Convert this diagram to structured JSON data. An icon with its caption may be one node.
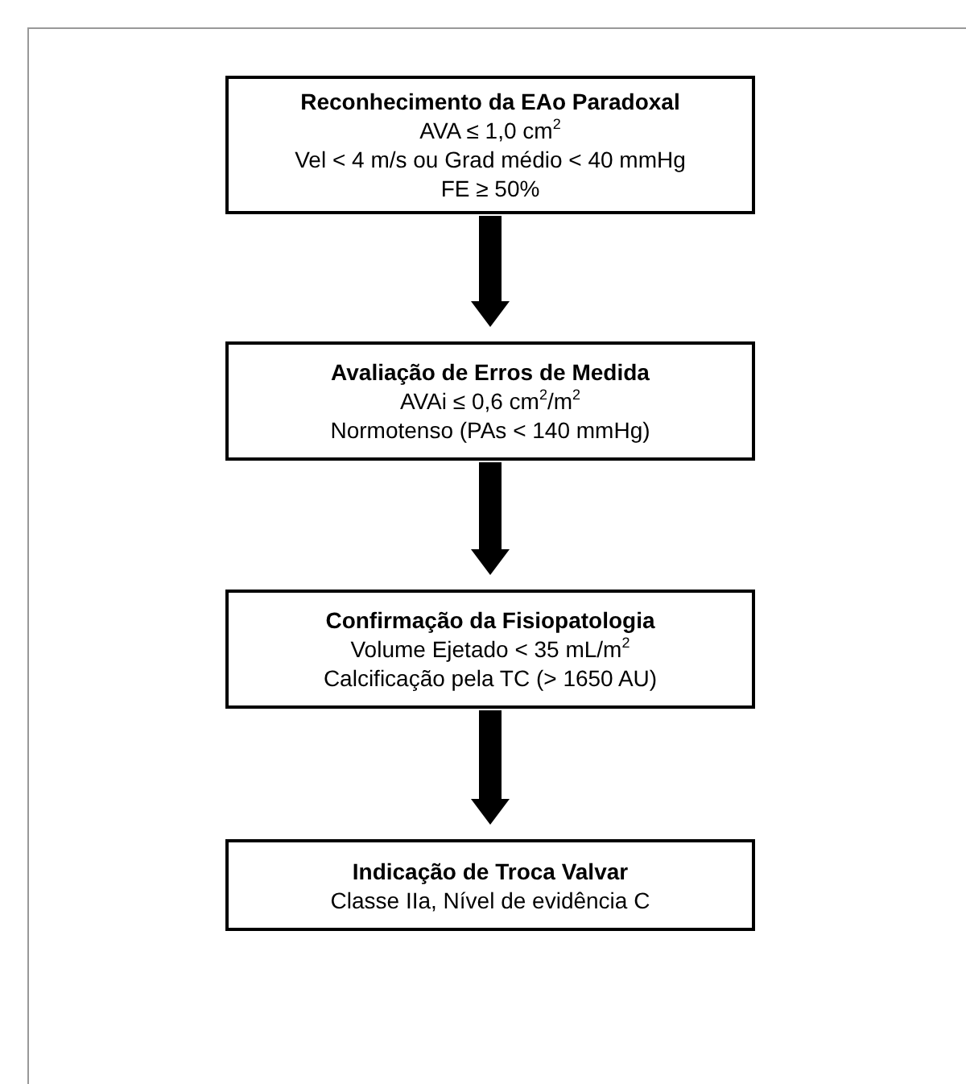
{
  "diagram": {
    "nodes": [
      {
        "text": [
          "Reconhecimento da EAo Paradoxal",
          "AVA ≤ 1,0 cm$^{2}$",
          "Vel < 4 m/s ou Grad médio < 40 mmHg",
          "FE ≥ 50%"
        ]
      },
      {
        "text": [
          "Avaliação de Erros de Medida",
          "AVAi ≤ 0,6 cm$^{2}$/m$^{2}$",
          "Normotenso (PAs < 140 mmHg)"
        ]
      },
      {
        "text": [
          "Confirmação da Fisiopatologia",
          "Volume Ejetado < 35 mL/m$^{2}$",
          "Calcificação pela TC (> 1650 AU)"
        ]
      },
      {
        "text": [
          "Indicação de Troca Valvar",
          "Classe IIa, Nível de evidência C"
        ]
      }
    ],
    "edges": [
      {
        "from": 0,
        "to": 1,
        "arrow": "to"
      },
      {
        "from": 1,
        "to": 2,
        "arrow": "to"
      },
      {
        "from": 2,
        "to": 3,
        "arrow": "to"
      }
    ]
  }
}
